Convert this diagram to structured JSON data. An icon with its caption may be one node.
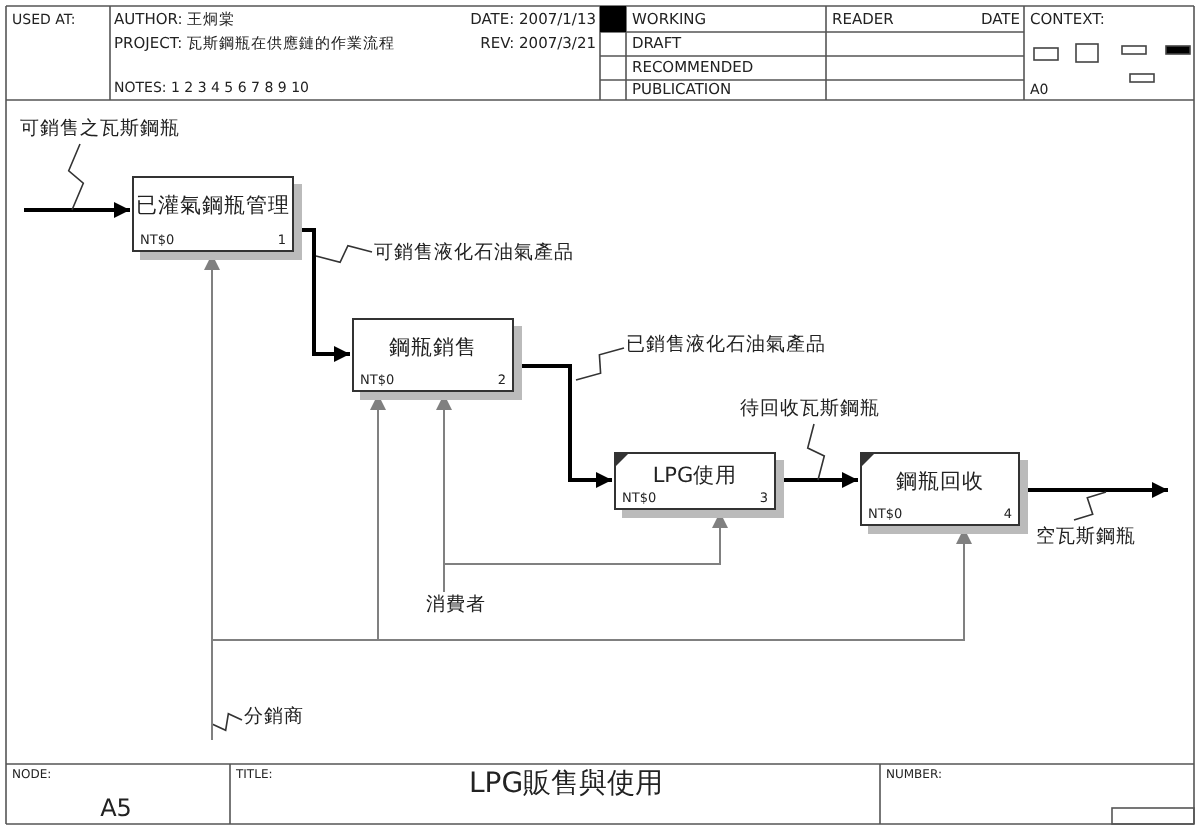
{
  "diagram": {
    "title": "LPG販售與使用",
    "nodes": [
      {
        "text": [
          "已灌氣鋼瓶管理",
          "NT$0",
          "1"
        ]
      },
      {
        "text": [
          "鋼瓶銷售",
          "NT$0",
          "2"
        ]
      },
      {
        "text": [
          "LPG使用",
          "NT$0",
          "3"
        ]
      },
      {
        "text": [
          "鋼瓶回收",
          "NT$0",
          "4"
        ]
      },
      {
        "text": [
          "消費者"
        ]
      }
    ],
    "edges": [
      {
        "from": null,
        "to": 0,
        "arrow": "to",
        "label": "可銷售之瓦斯鋼瓶"
      },
      {
        "from": 0,
        "to": 1,
        "arrow": "to",
        "label": "可銷售液化石油氣產品"
      },
      {
        "from": 1,
        "to": 2,
        "arrow": "to",
        "label": "已銷售液化石油氣產品"
      },
      {
        "from": 2,
        "to": 3,
        "arrow": "to",
        "label": "待回收瓦斯鋼瓶"
      },
      {
        "from": 3,
        "to": null,
        "arrow": "to",
        "label": "空瓦斯鋼瓶"
      },
      {
        "from": 4,
        "to": 1,
        "arrow": "to",
        "color": "#808080"
      },
      {
        "from": 4,
        "to": 2,
        "arrow": "to",
        "color": "#808080"
      },
      {
        "from": null,
        "to": 0,
        "arrow": "to",
        "label": "分銷商",
        "color": "#808080"
      },
      {
        "from": null,
        "to": 1,
        "arrow": "to",
        "color": "#808080"
      },
      {
        "from": null,
        "to": 3,
        "arrow": "to",
        "color": "#808080"
      }
    ],
    "labels": [
      "USED AT:",
      "AUTHOR: 王炯棠",
      "DATE: 2007/1/13",
      "WORKING",
      "READER",
      "DATE",
      "CONTEXT:",
      "PROJECT: 瓦斯鋼瓶在供應鏈的作業流程",
      "REV: 2007/3/21",
      "DRAFT",
      "RECOMMENDED",
      "NOTES: 1 2 3 4 5 6 7 8 9 10",
      "PUBLICATION",
      "A0",
      "NODE:",
      "A5",
      "TITLE:",
      "NUMBER:"
    ]
  }
}
